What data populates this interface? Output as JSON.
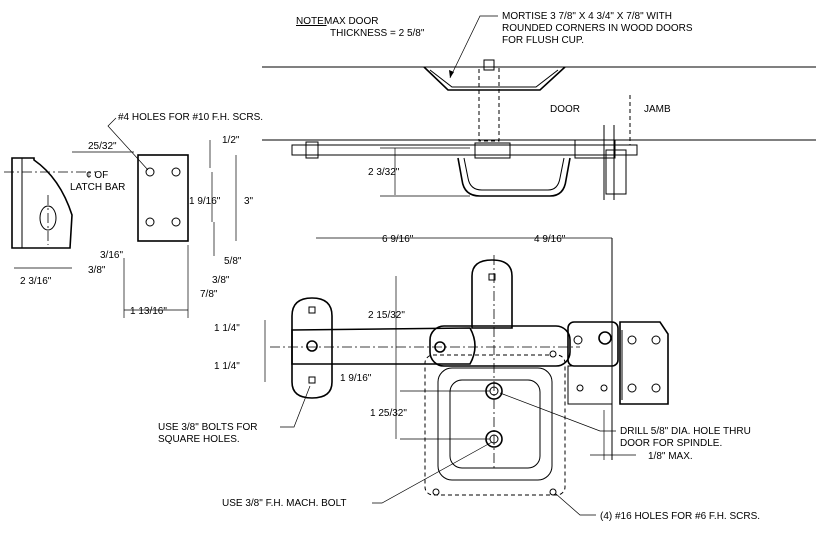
{
  "notes": {
    "note_label": "NOTE:",
    "note_line1": " MAX DOOR",
    "note_line2": "THICKNESS = 2 5/8\"",
    "mortise_line1": "MORTISE 3 7/8\" X 4 3/4\" X 7/8\" WITH",
    "mortise_line2": "ROUNDED CORNERS IN WOOD DOORS",
    "mortise_line3": "FOR FLUSH CUP."
  },
  "labels": {
    "door": "DOOR",
    "jamb": "JAMB",
    "holes_10": "#4 HOLES FOR #10 F.H. SCRS.",
    "cl_of": "¢ OF",
    "latch_bar": "LATCH BAR",
    "bolts_line1": "USE 3/8\" BOLTS FOR",
    "bolts_line2": "SQUARE HOLES.",
    "fh_bolt": "USE 3/8\" F.H. MACH. BOLT",
    "drill_line1": "DRILL 5/8\" DIA. HOLE THRU",
    "drill_line2": "DOOR FOR SPINDLE.",
    "max_eighth": "1/8\" MAX.",
    "holes_6": "(4) #16 HOLES FOR #6 F.H. SCRS."
  },
  "dimensions": {
    "d_25_32": "25/32\"",
    "d_1_2": "1/2\"",
    "d_3": "3\"",
    "d_1_9_16_a": "1 9/16\"",
    "d_5_8": "5/8\"",
    "d_2_3_16": "2 3/16\"",
    "d_3_16": "3/16\"",
    "d_3_8_a": "3/8\"",
    "d_3_8_b": "3/8\"",
    "d_7_8": "7/8\"",
    "d_1_13_16": "1 13/16\"",
    "d_2_3_32": "2 3/32\"",
    "d_6_9_16": "6 9/16\"",
    "d_4_9_16": "4 9/16\"",
    "d_2_15_32": "2 15/32\"",
    "d_1_1_4_a": "1 1/4\"",
    "d_1_1_4_b": "1 1/4\"",
    "d_1_9_16_b": "1 9/16\"",
    "d_1_25_32": "1 25/32\""
  }
}
